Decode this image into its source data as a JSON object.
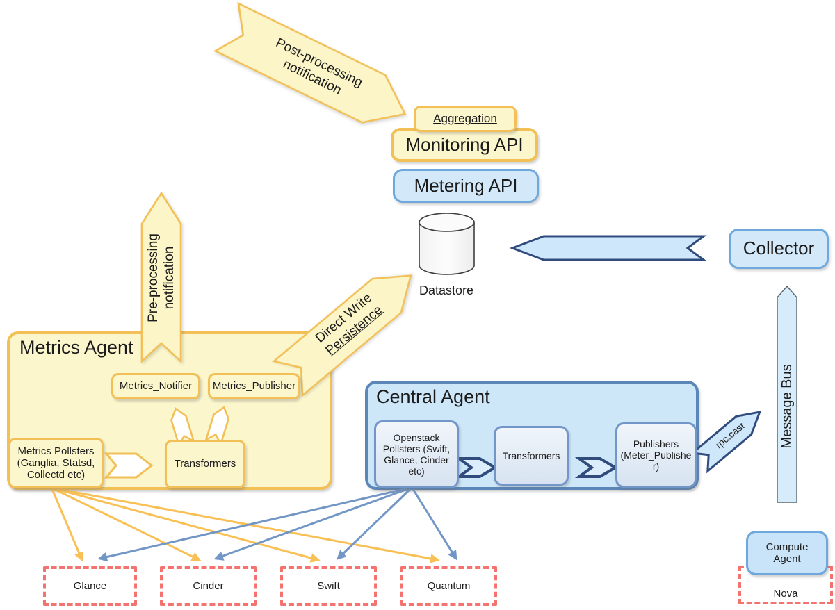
{
  "colors": {
    "yellow_fill": "#FCF6CD",
    "yellow_ribbon_fill": "#FBF5C8",
    "yellow_border": "#F2C057",
    "blue_fill": "#D3E9FA",
    "blue_border": "#6FA8DC",
    "central_fill": "#CDE6F8",
    "central_border": "#5B86B8",
    "navy_outline": "#2F4C7C",
    "inner_blue_fill": "#DFE9F4",
    "dashed_red": "#F4736E",
    "fan_arrow_yellow": "#F9C055",
    "fan_arrow_blue": "#7296C5"
  },
  "arrows": {
    "post_processing": {
      "line1": "Post-processing",
      "line2": "notification"
    },
    "pre_processing": {
      "line1": "Pre-processing",
      "line2": "notification"
    },
    "direct_write": {
      "line1": "Direct Write",
      "line2": "Persistence"
    },
    "message_bus": {
      "label": "Message Bus"
    },
    "rpc_cast": {
      "label": "rpc.cast"
    }
  },
  "api_stack": {
    "aggregation": "Aggregation",
    "monitoring": "Monitoring API",
    "metering": "Metering API"
  },
  "datastore_label": "Datastore",
  "collector_label": "Collector",
  "metrics_agent": {
    "title": "Metrics Agent",
    "notifier": "Metrics_Notifier",
    "publisher": "Metrics_Publisher",
    "pollsters": "Metrics Pollsters (Ganglia, Statsd, Collectd etc)",
    "transformers": "Transformers"
  },
  "central_agent": {
    "title": "Central Agent",
    "pollsters": "Openstack Pollsters (Swift, Glance, Cinder etc)",
    "transformers": "Transformers",
    "publishers": "Publishers (Meter_Publisher)"
  },
  "compute_agent_label": "Compute Agent",
  "services": [
    {
      "label": "Glance"
    },
    {
      "label": "Cinder"
    },
    {
      "label": "Swift"
    },
    {
      "label": "Quantum"
    },
    {
      "label": "Nova"
    }
  ]
}
